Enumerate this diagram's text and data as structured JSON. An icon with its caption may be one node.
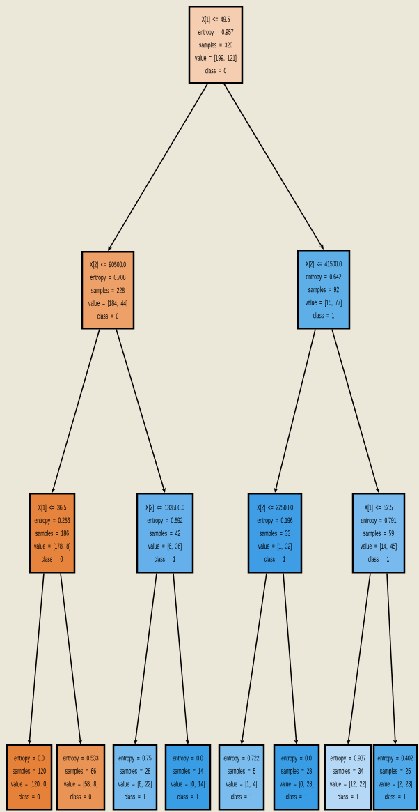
{
  "diagram": {
    "nodes": [
      {
        "text": [
          "X[1] <= 49.5",
          "entropy = 0.957",
          "samples = 320",
          "value = [199, 121]",
          "class = 0"
        ]
      },
      {
        "text": [
          "X[2] <= 90500.0",
          "entropy = 0.708",
          "samples = 228",
          "value = [184, 44]",
          "class = 0"
        ]
      },
      {
        "text": [
          "X[2] <= 41500.0",
          "entropy = 0.642",
          "samples = 92",
          "value = [15, 77]",
          "class = 1"
        ]
      },
      {
        "text": [
          "X[1] <= 36.5",
          "entropy = 0.256",
          "samples = 186",
          "value = [178, 8]",
          "class = 0"
        ]
      },
      {
        "text": [
          "X[2] <= 133500.0",
          "entropy = 0.592",
          "samples = 42",
          "value = [6, 36]",
          "class = 1"
        ]
      },
      {
        "text": [
          "X[2] <= 22500.0",
          "entropy = 0.196",
          "samples = 33",
          "value = [1, 32]",
          "class = 1"
        ]
      },
      {
        "text": [
          "X[1] <= 52.5",
          "entropy = 0.791",
          "samples = 59",
          "value = [14, 45]",
          "class = 1"
        ]
      },
      {
        "text": [
          "entropy = 0.0",
          "samples = 120",
          "value = [120, 0]",
          "class = 0"
        ]
      },
      {
        "text": [
          "entropy = 0.533",
          "samples = 66",
          "value = [58, 8]",
          "class = 0"
        ]
      },
      {
        "text": [
          "entropy = 0.75",
          "samples = 28",
          "value = [6, 22]",
          "class = 1"
        ]
      },
      {
        "text": [
          "entropy = 0.0",
          "samples = 14",
          "value = [0, 14]",
          "class = 1"
        ]
      },
      {
        "text": [
          "entropy = 0.722",
          "samples = 5",
          "value = [1, 4]",
          "class = 1"
        ]
      },
      {
        "text": [
          "entropy = 0.0",
          "samples = 28",
          "value = [0, 28]",
          "class = 1"
        ]
      },
      {
        "text": [
          "entropy = 0.937",
          "samples = 34",
          "value = [12, 22]",
          "class = 1"
        ]
      },
      {
        "text": [
          "entropy = 0.402",
          "samples = 25",
          "value = [2, 23]",
          "class = 1"
        ]
      }
    ],
    "edges": [
      {
        "from": 0,
        "to": 1,
        "arrow": "to"
      },
      {
        "from": 0,
        "to": 2,
        "arrow": "to"
      },
      {
        "from": 1,
        "to": 3,
        "arrow": "to"
      },
      {
        "from": 1,
        "to": 4,
        "arrow": "to"
      },
      {
        "from": 2,
        "to": 5,
        "arrow": "to"
      },
      {
        "from": 2,
        "to": 6,
        "arrow": "to"
      },
      {
        "from": 3,
        "to": 7,
        "arrow": "to"
      },
      {
        "from": 3,
        "to": 8,
        "arrow": "to"
      },
      {
        "from": 4,
        "to": 9,
        "arrow": "to"
      },
      {
        "from": 4,
        "to": 10,
        "arrow": "to"
      },
      {
        "from": 5,
        "to": 11,
        "arrow": "to"
      },
      {
        "from": 5,
        "to": 12,
        "arrow": "to"
      },
      {
        "from": 6,
        "to": 13,
        "arrow": "to"
      },
      {
        "from": 6,
        "to": 14,
        "arrow": "to"
      }
    ]
  }
}
